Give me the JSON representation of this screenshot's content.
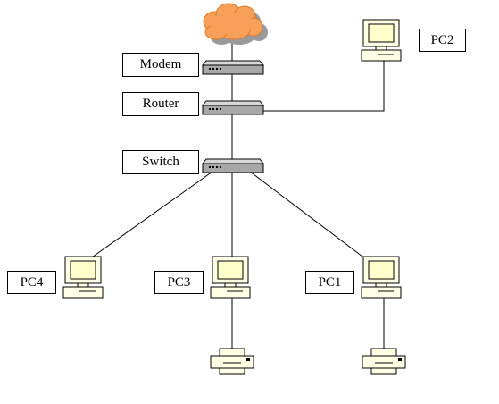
{
  "nodes": {
    "internet": {
      "icon": "cloud-icon"
    },
    "modem": {
      "label": "Modem",
      "icon": "modem-device-icon"
    },
    "router": {
      "label": "Router",
      "icon": "router-device-icon"
    },
    "switch": {
      "label": "Switch",
      "icon": "switch-device-icon"
    },
    "pc1": {
      "label": "PC1",
      "icon": "computer-icon"
    },
    "pc2": {
      "label": "PC2",
      "icon": "computer-icon"
    },
    "pc3": {
      "label": "PC3",
      "icon": "computer-icon"
    },
    "pc4": {
      "label": "PC4",
      "icon": "computer-icon"
    },
    "printer_pc3": {
      "icon": "printer-icon"
    },
    "printer_pc1": {
      "icon": "printer-icon"
    }
  },
  "links": [
    [
      "internet",
      "modem"
    ],
    [
      "modem",
      "router"
    ],
    [
      "router",
      "pc2"
    ],
    [
      "router",
      "switch"
    ],
    [
      "switch",
      "pc4"
    ],
    [
      "switch",
      "pc3"
    ],
    [
      "switch",
      "pc1"
    ],
    [
      "pc3",
      "printer_pc3"
    ],
    [
      "pc1",
      "printer_pc1"
    ]
  ],
  "colors": {
    "cloud_fill": "#f6a05a",
    "cloud_shadow": "#9a9a9a",
    "device_fill": "#a8a8a8",
    "pc_fill": "#ffffe6",
    "pc_screen": "#ffffcc",
    "line": "#000000"
  }
}
